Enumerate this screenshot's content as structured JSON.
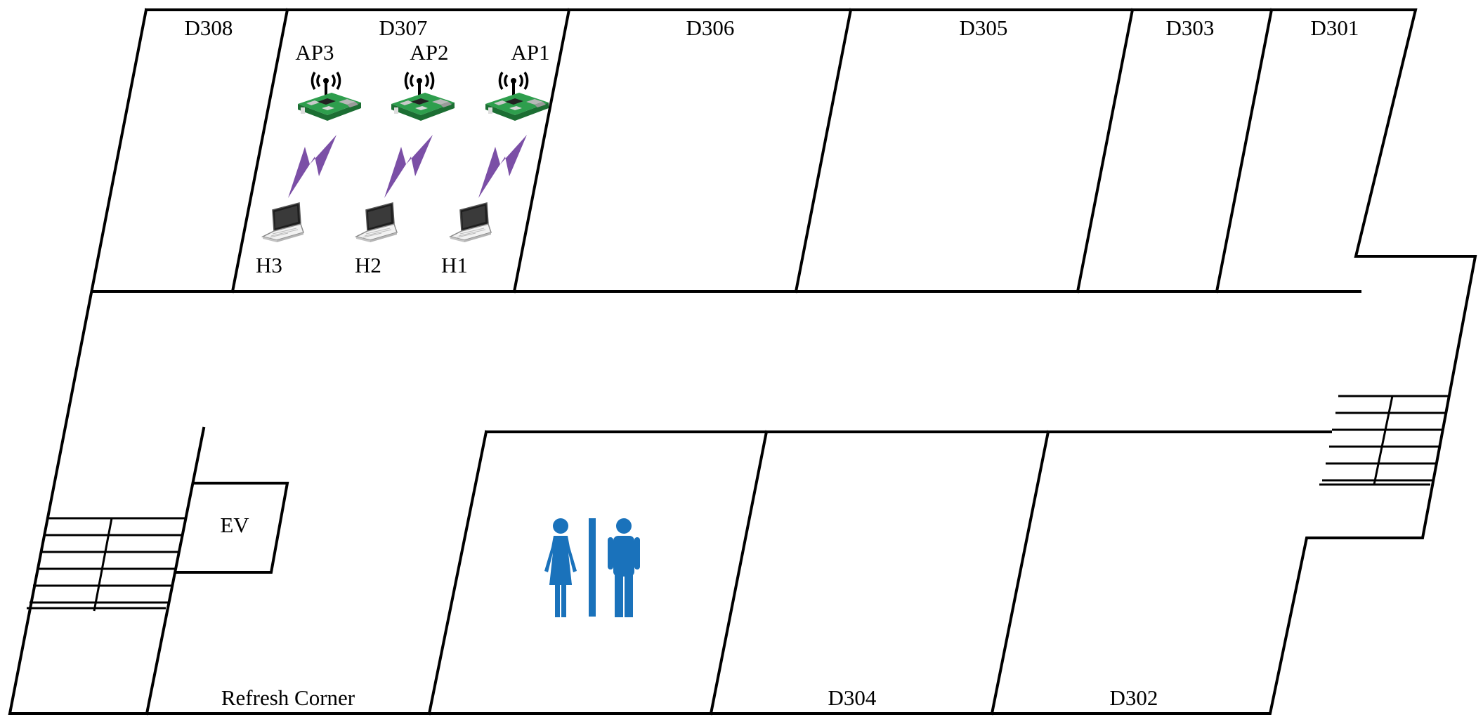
{
  "rooms": {
    "d308": "D308",
    "d307": "D307",
    "d306": "D306",
    "d305": "D305",
    "d303": "D303",
    "d301": "D301",
    "d304": "D304",
    "d302": "D302",
    "elevator": "EV",
    "refresh_corner": "Refresh Corner"
  },
  "access_points": [
    {
      "label": "AP3",
      "icon": "raspberry-pi-wifi-icon"
    },
    {
      "label": "AP2",
      "icon": "raspberry-pi-wifi-icon"
    },
    {
      "label": "AP1",
      "icon": "raspberry-pi-wifi-icon"
    }
  ],
  "hosts": [
    {
      "label": "H3",
      "icon": "laptop-icon"
    },
    {
      "label": "H2",
      "icon": "laptop-icon"
    },
    {
      "label": "H1",
      "icon": "laptop-icon"
    }
  ],
  "links": {
    "icon": "wireless-bolt-icon",
    "color": "#7b4fa6"
  },
  "restroom": {
    "icon": "restroom-icon",
    "color": "#1a72bb"
  },
  "colors": {
    "board": "#2e9e4d",
    "board_dark": "#1c6e33"
  }
}
